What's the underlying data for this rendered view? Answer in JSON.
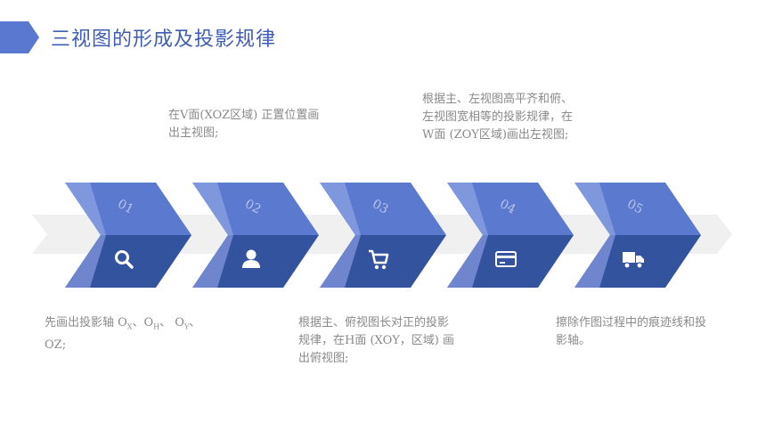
{
  "header": {
    "title": "三视图的形成及投影规律"
  },
  "colors": {
    "accent": "#4a67c0",
    "tab": "#5a78cf",
    "chevron_top": "#5b79cf",
    "chevron_top_light": "#7f97dc",
    "chevron_bottom": "#34539f",
    "chevron_bottom_light": "#6f86cf",
    "arrow_band": "#f0f0f0",
    "note_text": "#8a8a8a"
  },
  "steps": [
    {
      "number": "01",
      "icon": "search-icon"
    },
    {
      "number": "02",
      "icon": "user-icon"
    },
    {
      "number": "03",
      "icon": "cart-icon"
    },
    {
      "number": "04",
      "icon": "credit-card-icon"
    },
    {
      "number": "05",
      "icon": "truck-icon"
    }
  ],
  "notes": {
    "step1": {
      "line1_prefix": "先画出投影轴 O",
      "sub_x": "X",
      "sep1": "、O",
      "sub_h": "H",
      "sep2": "、 O",
      "sub_y": "Y",
      "sep3": "、",
      "line2": "OZ;"
    },
    "step2": {
      "lines": [
        "在V面(XOZ区域) 正置位置画",
        "出主视图;"
      ]
    },
    "step3": {
      "lines": [
        "根据主、俯视图长对正的投影",
        "规律，在H面 (XOY，区域) 画",
        "出俯视图;"
      ]
    },
    "step4": {
      "lines": [
        "根据主、左视图高平齐和俯、",
        "左视图宽相等的投影规律，在",
        "W面 (ZOY区域)画出左视图;"
      ]
    },
    "step5": {
      "lines": [
        "擦除作图过程中的痕迹线和投",
        "影轴。"
      ]
    }
  }
}
